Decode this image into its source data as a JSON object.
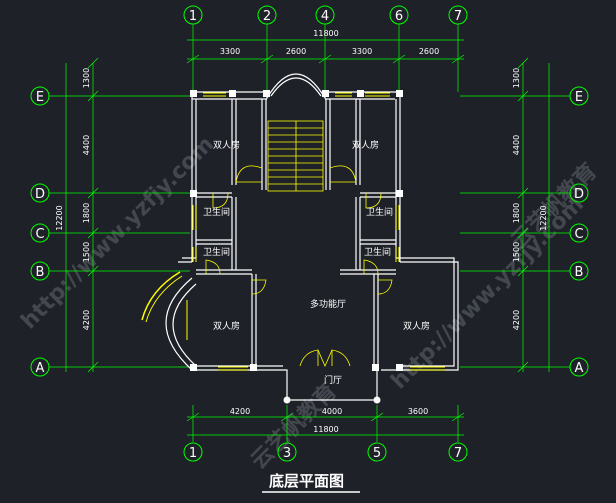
{
  "title": "底层平面图",
  "top_axes": [
    "1",
    "2",
    "4",
    "6",
    "7"
  ],
  "bottom_axes": [
    "1",
    "3",
    "5",
    "7"
  ],
  "side_axes": [
    "E",
    "D",
    "C",
    "B",
    "A"
  ],
  "top_dims": {
    "total": "11800",
    "segments": [
      "3300",
      "2600",
      "3300",
      "2600"
    ]
  },
  "bottom_dims": {
    "total": "11800",
    "segments": [
      "4200",
      "4000",
      "3600"
    ]
  },
  "side_dims": {
    "total": "12200",
    "segments": [
      "1300",
      "4400",
      "1800",
      "1500",
      "4200"
    ]
  },
  "rooms": {
    "double_room": "双人房",
    "bathroom": "卫生间",
    "multi_hall": "多功能厅",
    "entrance": "门厅"
  },
  "watermarks": [
    "云艺帆教育",
    "http://www.yzfjy.com"
  ],
  "colors": {
    "background": "#1e2128",
    "axis_line": "#00ff00",
    "dim_line": "#00ff00",
    "wall": "#ffffff",
    "window": "#ffff00",
    "text": "#ffffff"
  }
}
